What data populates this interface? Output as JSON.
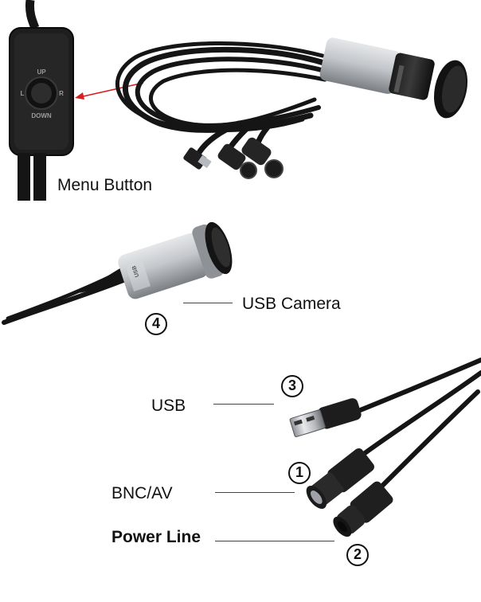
{
  "labels": {
    "menu_button": "Menu Button",
    "usb_camera": "USB Camera",
    "usb": "USB",
    "bnc_av": "BNC/AV",
    "power_line": "Power Line"
  },
  "numbers": {
    "one": "1",
    "two": "2",
    "three": "3",
    "four": "4"
  },
  "control_box": {
    "up": "UP",
    "down": "DOWN",
    "left": "L",
    "right": "R"
  },
  "colors": {
    "arrow": "#d81e1e",
    "cable": "#151515",
    "metal": "#b9bcc0"
  }
}
